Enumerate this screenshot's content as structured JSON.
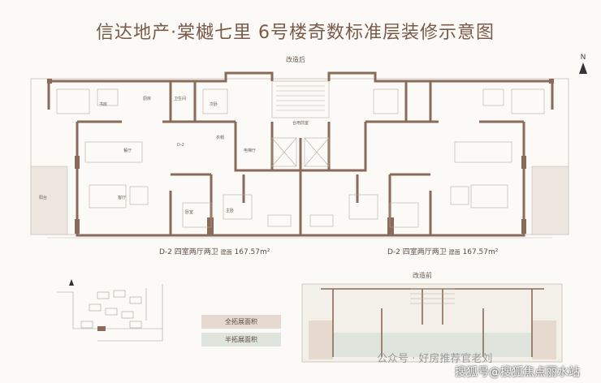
{
  "title": "信达地产·棠樾七里   6号楼奇数标准层装修示意图",
  "north_label": "N",
  "after_label": "改造后",
  "before_label": "改造前",
  "units": [
    {
      "name": "D-2 四室两厅两卫",
      "area_prefix": "建面",
      "area": "167.57m²"
    },
    {
      "name": "D-2 四室两厅两卫",
      "area_prefix": "建面",
      "area": "167.57m²"
    }
  ],
  "legend": [
    {
      "label": "全拓展面积",
      "color": "#e6d9cf"
    },
    {
      "label": "半拓展面积",
      "color": "#dfe5dc"
    }
  ],
  "room_labels": [
    "书房",
    "卫生间",
    "厨房",
    "D-2",
    "电梯厅",
    "合用前室",
    "衣帽",
    "餐厅",
    "客厅",
    "卧室",
    "主卧",
    "次卧",
    "阳台"
  ],
  "watermark_1": "公众号 · 好房推荐官老刘",
  "watermark_2": "搜狐号@搜狐焦点丽水站",
  "colors": {
    "wall": "#8a6a5a",
    "line": "#b9aba0",
    "background": "#fbfaf7"
  }
}
